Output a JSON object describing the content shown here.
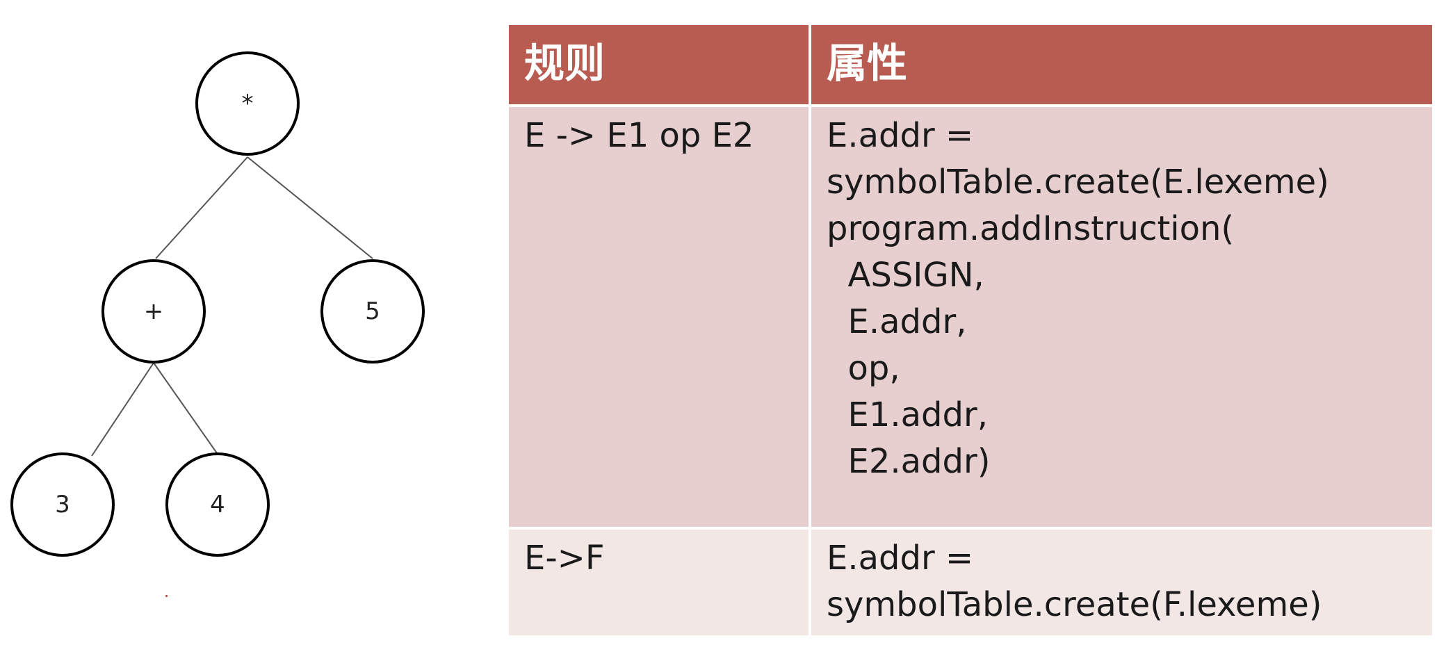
{
  "tree": {
    "nodes": [
      {
        "id": "root",
        "label": "*"
      },
      {
        "id": "plus",
        "label": "+"
      },
      {
        "id": "five",
        "label": "5"
      },
      {
        "id": "three",
        "label": "3"
      },
      {
        "id": "four",
        "label": "4"
      }
    ],
    "edges": [
      [
        "root",
        "plus"
      ],
      [
        "root",
        "five"
      ],
      [
        "plus",
        "three"
      ],
      [
        "plus",
        "four"
      ]
    ]
  },
  "table": {
    "headers": [
      "规则",
      "属性"
    ],
    "rows": [
      {
        "rule": "E -> E1 op E2",
        "attribute": "E.addr =\nsymbolTable.create(E.lexeme)\nprogram.addInstruction(\n  ASSIGN,\n  E.addr,\n  op,\n  E1.addr,\n  E2.addr)"
      },
      {
        "rule": "E->F",
        "attribute": "E.addr =\nsymbolTable.create(F.lexeme)"
      }
    ]
  }
}
